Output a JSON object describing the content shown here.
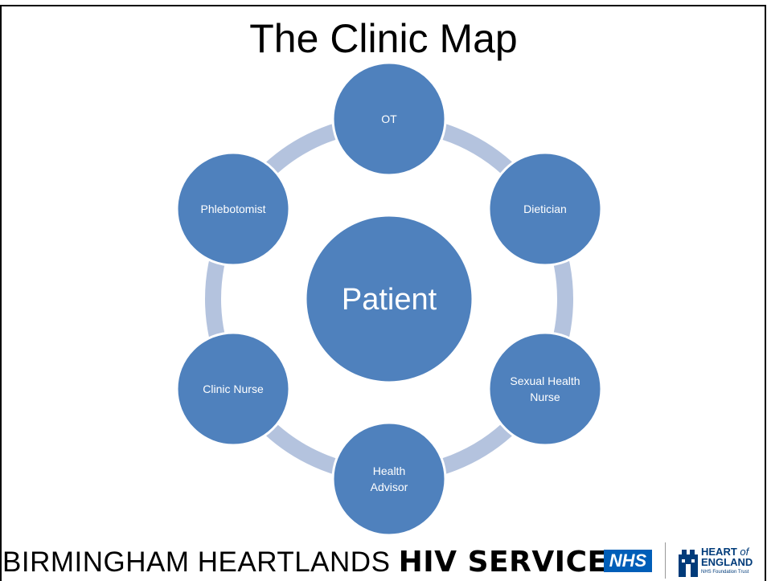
{
  "title": "The Clinic Map",
  "center": "Patient",
  "nodes": [
    {
      "id": "ot",
      "lines": [
        "OT"
      ]
    },
    {
      "id": "dietician",
      "lines": [
        "Dietician"
      ]
    },
    {
      "id": "sexual-health-nurse",
      "lines": [
        "Sexual Health",
        "Nurse"
      ]
    },
    {
      "id": "health-advisor",
      "lines": [
        "Health",
        "Advisor"
      ]
    },
    {
      "id": "clinic-nurse",
      "lines": [
        "Clinic Nurse"
      ]
    },
    {
      "id": "phlebotomist",
      "lines": [
        "Phlebotomist"
      ]
    }
  ],
  "colors": {
    "node_fill": "#4f81bd",
    "node_stroke": "#ffffff",
    "ring": "#b4c3de",
    "text": "#ffffff"
  },
  "footer": {
    "service_prefix": "BIRMINGHAM HEARTLANDS ",
    "service_bold": "HIV SERVICE",
    "nhs_badge": "NHS",
    "trust_line1": "HEART",
    "trust_of": "of",
    "trust_line2": "ENGLAND",
    "trust_line3": "NHS Foundation Trust"
  }
}
